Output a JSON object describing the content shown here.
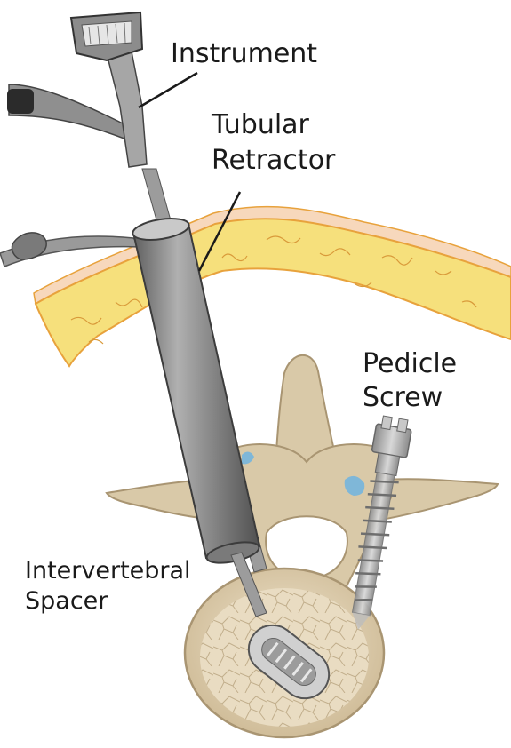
{
  "labels": {
    "instrument": "Instrument",
    "tubular_line1": "Tubular",
    "tubular_line2": "Retractor",
    "pedicle_line1": "Pedicle",
    "pedicle_line2": "Screw",
    "spacer_line1": "Intervertebral",
    "spacer_line2": "Spacer"
  },
  "colors": {
    "fat_layer": "#f6e07c",
    "fat_edge": "#e8a23c",
    "skin_band": "#f7d8bc",
    "bone": "#d9c9a8",
    "bone_shadow": "#a99572",
    "cancellous": "#e9dcc2",
    "retractor": "#7d7d7d",
    "retractor_light": "#b5b5b5",
    "screw": "#b8b8b8",
    "blue_tissue": "#7fb7d8",
    "text": "#1a1a1a"
  }
}
